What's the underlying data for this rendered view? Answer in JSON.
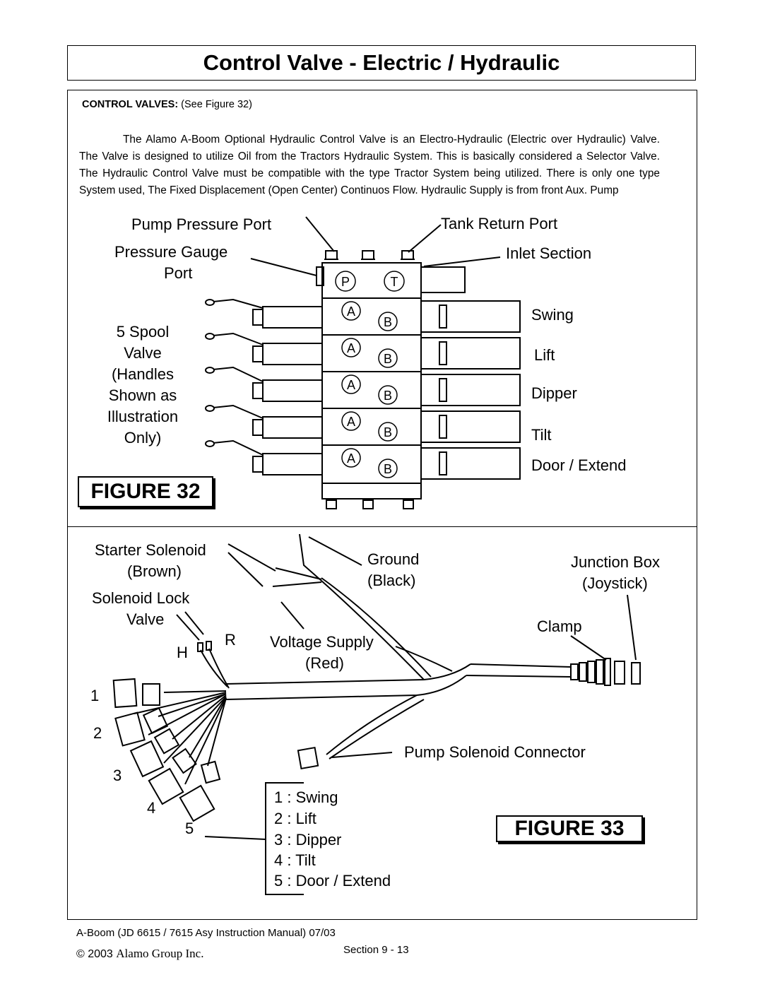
{
  "header": {
    "title": "Control Valve  - Electric / Hydraulic"
  },
  "section": {
    "heading_bold": "CONTROL VALVES:",
    "heading_rest": " (See Figure 32)",
    "paragraph": "The Alamo A-Boom Optional Hydraulic Control Valve is an Electro-Hydraulic (Electric over Hydraulic) Valve. The Valve is designed to utilize Oil from the Tractors Hydraulic System. This is basically considered a Selector Valve.  The Hydraulic Control Valve must be compatible with the type Tractor System being utilized. There is only one type System used, The Fixed Displacement (Open Center) Continuos Flow. Hydraulic Supply is from front Aux. Pump"
  },
  "figure32": {
    "caption": "FIGURE 32",
    "labels": {
      "pump_pressure_port": "Pump Pressure Port",
      "tank_return_port": "Tank Return Port",
      "pressure_gauge_line1": "Pressure Gauge",
      "pressure_gauge_line2": "Port",
      "inlet_section": "Inlet Section",
      "spool_line1": "5 Spool",
      "spool_line2": "Valve",
      "spool_line3": "(Handles",
      "spool_line4": "Shown as",
      "spool_line5": "Illustration",
      "spool_line6": "Only)"
    },
    "port_letters": {
      "p": "P",
      "t": "T",
      "a": "A",
      "b": "B"
    },
    "sections": [
      "Swing",
      "Lift",
      "Dipper",
      "Tilt",
      "Door / Extend"
    ]
  },
  "figure33": {
    "caption": "FIGURE 33",
    "labels": {
      "starter_solenoid": "Starter Solenoid",
      "starter_color": "(Brown)",
      "solenoid_lock": "Solenoid Lock",
      "solenoid_lock2": "Valve",
      "h": "H",
      "r": "R",
      "ground": "Ground",
      "ground_color": "(Black)",
      "junction_box": "Junction Box",
      "joystick": "(Joystick)",
      "clamp": "Clamp",
      "voltage_supply": "Voltage Supply",
      "voltage_color": "(Red)",
      "pump_solenoid": "Pump Solenoid Connector"
    },
    "connector_numbers": [
      "1",
      "2",
      "3",
      "4",
      "5"
    ],
    "legend": [
      "1 : Swing",
      "2 : Lift",
      "3 : Dipper",
      "4 : Tilt",
      "5 : Door / Extend"
    ]
  },
  "footer": {
    "manual": "A-Boom  (JD 6615 / 7615 Asy Instruction  Manual) 07/03",
    "copyright_year": "© 2003",
    "company": "Alamo Group Inc.",
    "section": "Section 9 - 13"
  }
}
